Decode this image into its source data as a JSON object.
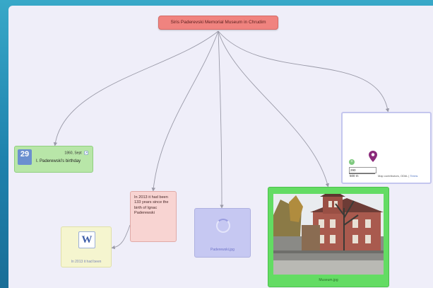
{
  "root": {
    "title": "Siris Paderevski Memorial Museum in Chrudim"
  },
  "birthday": {
    "day": "29",
    "month": "",
    "meta": "1860, Sept",
    "text": "I. Paderewski's birthday"
  },
  "note_2013": {
    "text": "In 2013 it had been 133 years since the birth of Ignac Paderewski"
  },
  "wiki": {
    "caption": "In 2013 it had been"
  },
  "loading": {
    "caption": "Paderewski.jpg"
  },
  "photo": {
    "caption": "Museum.jpg"
  },
  "map": {
    "zoom_label": "+",
    "field1": "290",
    "field2": "500 m",
    "attribution": "Map contributors, ODbL | ",
    "attribution_link": "Terms"
  },
  "colors": {
    "root": "#f0837f",
    "birthday": "#b8e6a8",
    "note": "#f8d4d2",
    "wiki": "#f5f5cf",
    "loading": "#c6c8f2",
    "photo": "#63dc63",
    "pin": "#8b2a7a"
  },
  "icons": [
    "calendar-icon",
    "wikipedia-icon",
    "loading-spinner-icon",
    "map-pin-icon",
    "zoom-in-icon",
    "link-icon"
  ]
}
